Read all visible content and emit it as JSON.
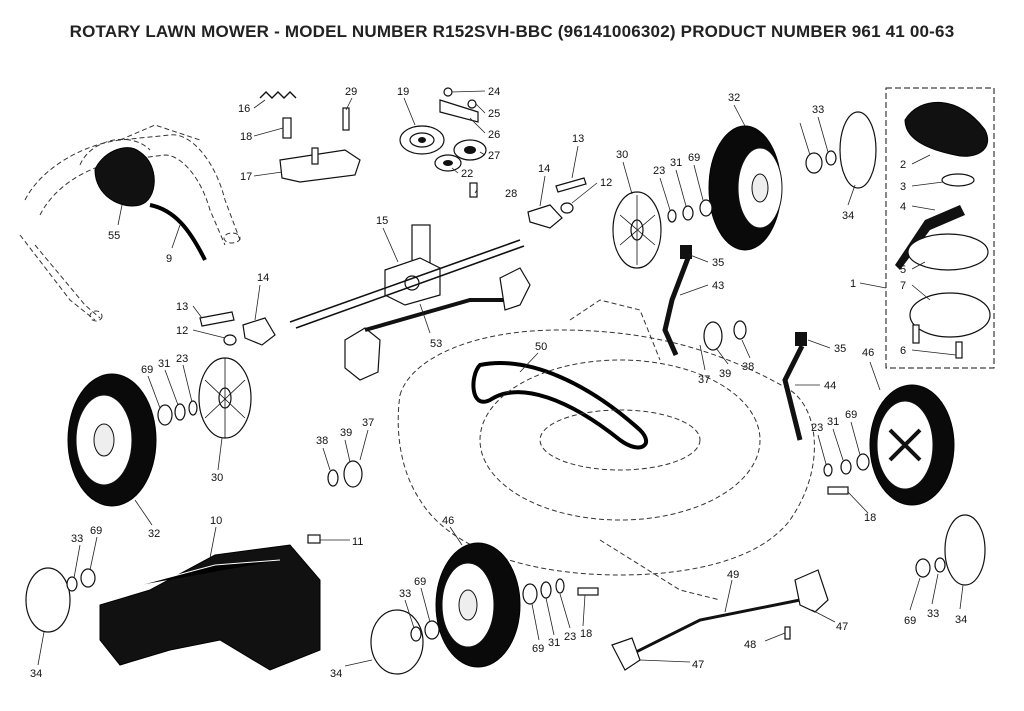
{
  "title": "ROTARY LAWN MOWER - MODEL NUMBER  R152SVH-BBC  (96141006302) PRODUCT NUMBER 961 41 00-63",
  "part_labels": [
    {
      "id": "p16",
      "text": "16"
    },
    {
      "id": "p29",
      "text": "29"
    },
    {
      "id": "p19",
      "text": "19"
    },
    {
      "id": "p24",
      "text": "24"
    },
    {
      "id": "p25",
      "text": "25"
    },
    {
      "id": "p26",
      "text": "26"
    },
    {
      "id": "p27",
      "text": "27"
    },
    {
      "id": "p22",
      "text": "22"
    },
    {
      "id": "p28",
      "text": "28"
    },
    {
      "id": "p18a",
      "text": "18"
    },
    {
      "id": "p17",
      "text": "17"
    },
    {
      "id": "p13a",
      "text": "13"
    },
    {
      "id": "p14a",
      "text": "14"
    },
    {
      "id": "p12a",
      "text": "12"
    },
    {
      "id": "p30a",
      "text": "30"
    },
    {
      "id": "p15",
      "text": "15"
    },
    {
      "id": "p55",
      "text": "55"
    },
    {
      "id": "p9",
      "text": "9"
    },
    {
      "id": "p14b",
      "text": "14"
    },
    {
      "id": "p13b",
      "text": "13"
    },
    {
      "id": "p12b",
      "text": "12"
    },
    {
      "id": "p53",
      "text": "53"
    },
    {
      "id": "p50",
      "text": "50"
    },
    {
      "id": "p32a",
      "text": "32"
    },
    {
      "id": "p23a",
      "text": "23"
    },
    {
      "id": "p31a",
      "text": "31"
    },
    {
      "id": "p69a",
      "text": "69"
    },
    {
      "id": "p33a",
      "text": "33"
    },
    {
      "id": "p34a",
      "text": "34"
    },
    {
      "id": "p2",
      "text": "2"
    },
    {
      "id": "p3",
      "text": "3"
    },
    {
      "id": "p4",
      "text": "4"
    },
    {
      "id": "p5",
      "text": "5"
    },
    {
      "id": "p7",
      "text": "7"
    },
    {
      "id": "p1",
      "text": "1"
    },
    {
      "id": "p6",
      "text": "6"
    },
    {
      "id": "p35a",
      "text": "35"
    },
    {
      "id": "p43",
      "text": "43"
    },
    {
      "id": "p37a",
      "text": "37"
    },
    {
      "id": "p39a",
      "text": "39"
    },
    {
      "id": "p38a",
      "text": "38"
    },
    {
      "id": "p35b",
      "text": "35"
    },
    {
      "id": "p44",
      "text": "44"
    },
    {
      "id": "p46a",
      "text": "46"
    },
    {
      "id": "p69b",
      "text": "69"
    },
    {
      "id": "p31b",
      "text": "31"
    },
    {
      "id": "p23b",
      "text": "23"
    },
    {
      "id": "p30b",
      "text": "30"
    },
    {
      "id": "p32b",
      "text": "32"
    },
    {
      "id": "p38b",
      "text": "38"
    },
    {
      "id": "p39b",
      "text": "39"
    },
    {
      "id": "p37b",
      "text": "37"
    },
    {
      "id": "p23c",
      "text": "23"
    },
    {
      "id": "p31c",
      "text": "31"
    },
    {
      "id": "p69c",
      "text": "69"
    },
    {
      "id": "p18b",
      "text": "18"
    },
    {
      "id": "p10",
      "text": "10"
    },
    {
      "id": "p11",
      "text": "11"
    },
    {
      "id": "p33b",
      "text": "33"
    },
    {
      "id": "p69d",
      "text": "69"
    },
    {
      "id": "p34b",
      "text": "34"
    },
    {
      "id": "p46b",
      "text": "46"
    },
    {
      "id": "p69e",
      "text": "69"
    },
    {
      "id": "p33c",
      "text": "33"
    },
    {
      "id": "p34c",
      "text": "34"
    },
    {
      "id": "p69f",
      "text": "69"
    },
    {
      "id": "p31d",
      "text": "31"
    },
    {
      "id": "p23d",
      "text": "23"
    },
    {
      "id": "p18c",
      "text": "18"
    },
    {
      "id": "p49",
      "text": "49"
    },
    {
      "id": "p47a",
      "text": "47"
    },
    {
      "id": "p48",
      "text": "48"
    },
    {
      "id": "p47b",
      "text": "47"
    },
    {
      "id": "p69g",
      "text": "69"
    },
    {
      "id": "p33d",
      "text": "33"
    },
    {
      "id": "p34d",
      "text": "34"
    }
  ]
}
